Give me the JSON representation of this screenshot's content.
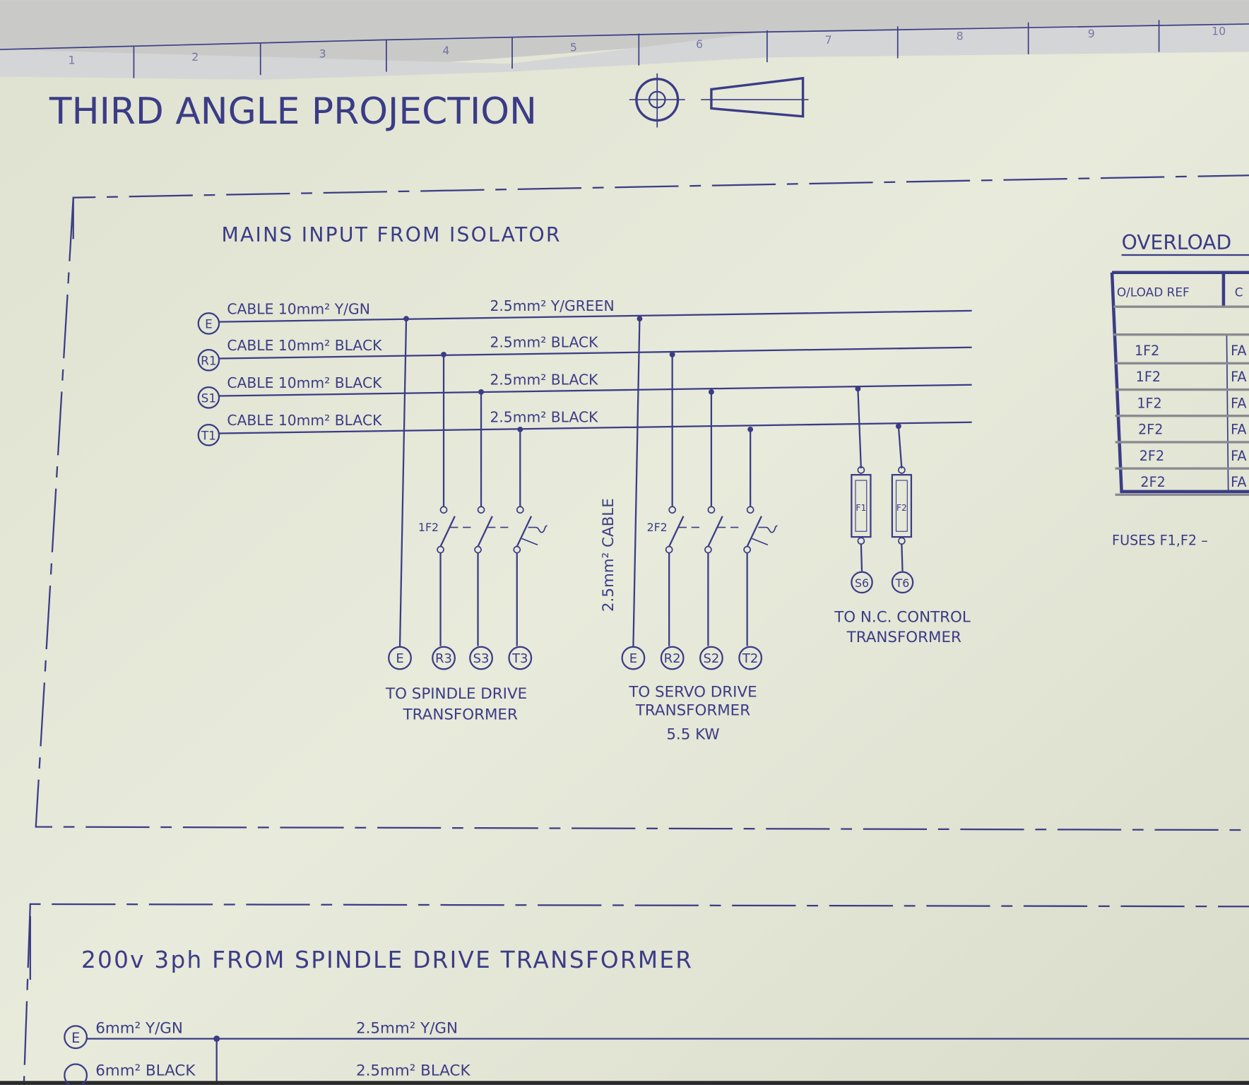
{
  "ruler": {
    "numbers": [
      "1",
      "2",
      "3",
      "4",
      "5",
      "6",
      "7",
      "8",
      "9",
      "10"
    ]
  },
  "title": "THIRD ANGLE PROJECTION",
  "mains": {
    "heading": "MAINS INPUT FROM ISOLATOR",
    "lines": [
      {
        "terminal": "E",
        "cable": "CABLE 10mm² Y/GN",
        "branch": "2.5mm² Y/GREEN"
      },
      {
        "terminal": "R1",
        "cable": "CABLE 10mm² BLACK",
        "branch": "2.5mm² BLACK"
      },
      {
        "terminal": "S1",
        "cable": "CABLE 10mm² BLACK",
        "branch": "2.5mm² BLACK"
      },
      {
        "terminal": "T1",
        "cable": "CABLE 10mm² BLACK",
        "branch": "2.5mm² BLACK"
      }
    ],
    "spindle": {
      "breaker": "1F2",
      "terminals": [
        "E",
        "R3",
        "S3",
        "T3"
      ],
      "label1": "TO SPINDLE DRIVE",
      "label2": "TRANSFORMER"
    },
    "servo": {
      "breaker": "2F2",
      "terminals": [
        "E",
        "R2",
        "S2",
        "T2"
      ],
      "label1": "TO SERVO DRIVE",
      "label2": "TRANSFORMER",
      "label3": "5.5 KW"
    },
    "cable_note": "2.5mm² CABLE",
    "nc": {
      "fuses": [
        "F1",
        "F2"
      ],
      "terminals": [
        "S6",
        "T6"
      ],
      "label1": "TO N.C. CONTROL",
      "label2": "TRANSFORMER"
    }
  },
  "overload": {
    "heading": "OVERLOAD",
    "header": [
      "O/LOAD REF",
      "C"
    ],
    "rows": [
      [
        "1F2",
        "FA"
      ],
      [
        "1F2",
        "FA"
      ],
      [
        "1F2",
        "FA"
      ],
      [
        "2F2",
        "FA"
      ],
      [
        "2F2",
        "FA"
      ],
      [
        "2F2",
        "FA"
      ]
    ],
    "fuses_note": "FUSES F1,F2 –"
  },
  "spindle_section": {
    "heading": "200v 3ph FROM SPINDLE DRIVE TRANSFORMER",
    "lines": [
      {
        "terminal": "E",
        "cable": "6mm² Y/GN",
        "branch": "2.5mm² Y/GN"
      },
      {
        "terminal": "",
        "cable": "6mm² BLACK",
        "branch": "2.5mm² BLACK"
      }
    ]
  },
  "colors": {
    "ink": "#3b3c86",
    "paper": "#e4e6d4"
  }
}
